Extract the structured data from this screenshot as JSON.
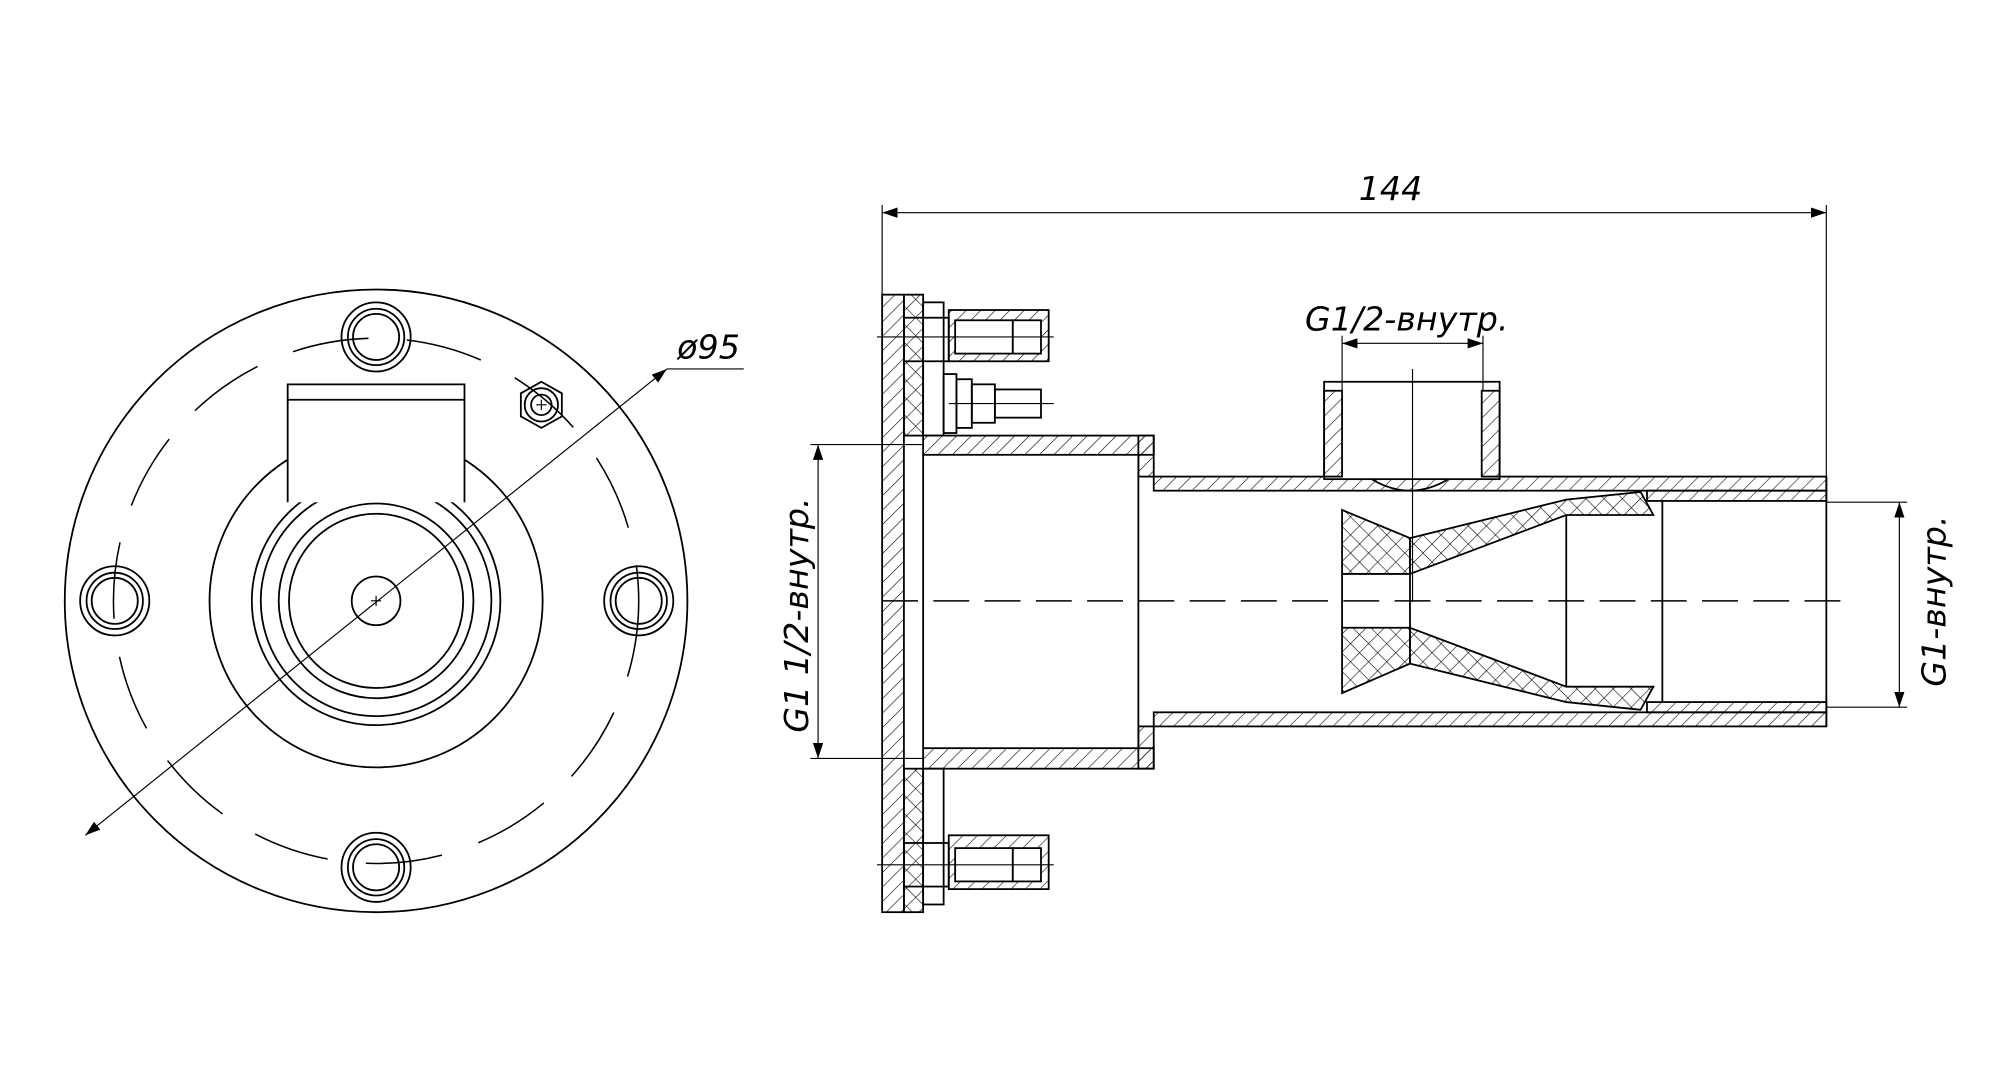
{
  "drawing": {
    "front_view": {
      "diameter_label": "ø95"
    },
    "section_view": {
      "overall_length_label": "144",
      "side_port_label": "G1/2-внутр.",
      "inlet_thread_label": "G1 1/2-внутр.",
      "outlet_thread_label": "G1-внутр."
    }
  }
}
